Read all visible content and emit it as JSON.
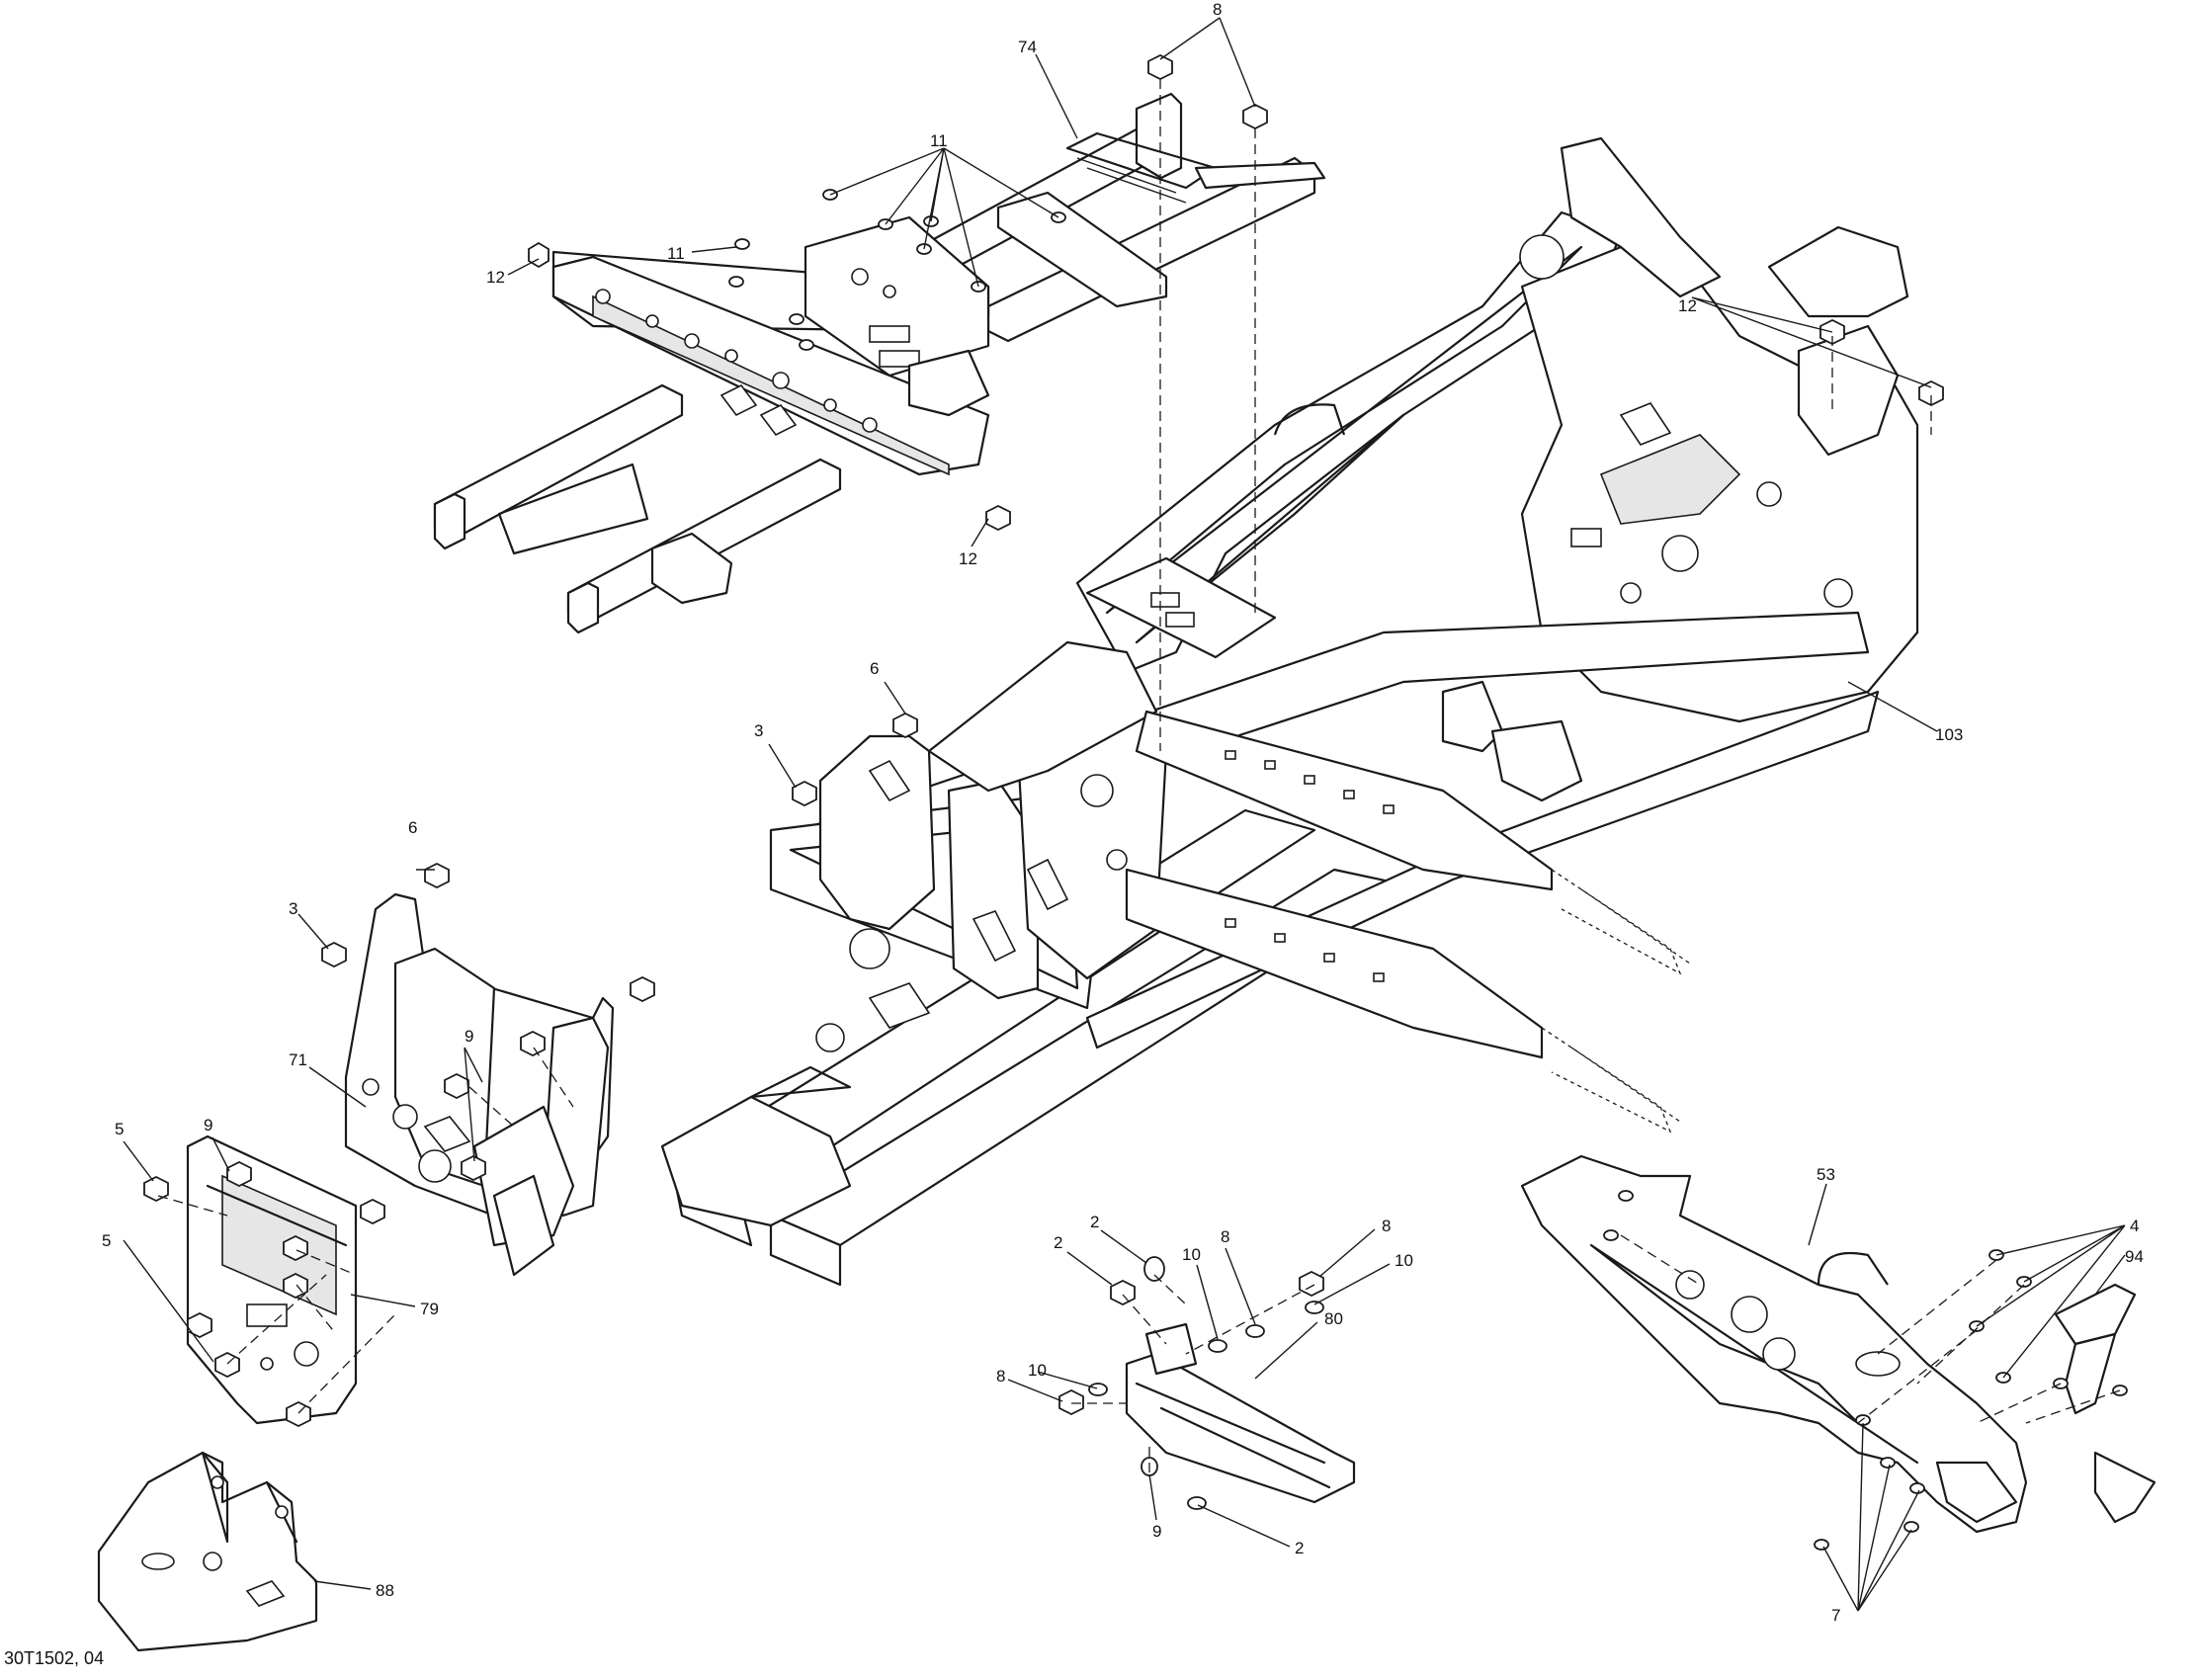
{
  "document_ref": "30T1502, 04",
  "callouts": {
    "c74": "74",
    "c8_top": "8",
    "c11_top": "11",
    "c11_left": "11",
    "c12_top_left": "12",
    "c12_top_mid": "12",
    "c12_right": "12",
    "c103": "103",
    "c6_main": "6",
    "c3_main": "3",
    "c6_left": "6",
    "c3_left": "3",
    "c71": "71",
    "c9_a": "9",
    "c9_b": "9",
    "c5_top": "5",
    "c5_bottom": "5",
    "c79": "79",
    "c88": "88",
    "c2_a": "2",
    "c2_b": "2",
    "c10_a": "10",
    "c8_a": "8",
    "c8_b": "8",
    "c10_b": "10",
    "c8_c": "8",
    "c10_c": "10",
    "c80": "80",
    "c9_c": "9",
    "c2_c": "2",
    "c53": "53",
    "c4": "4",
    "c94": "94",
    "c7": "7"
  }
}
